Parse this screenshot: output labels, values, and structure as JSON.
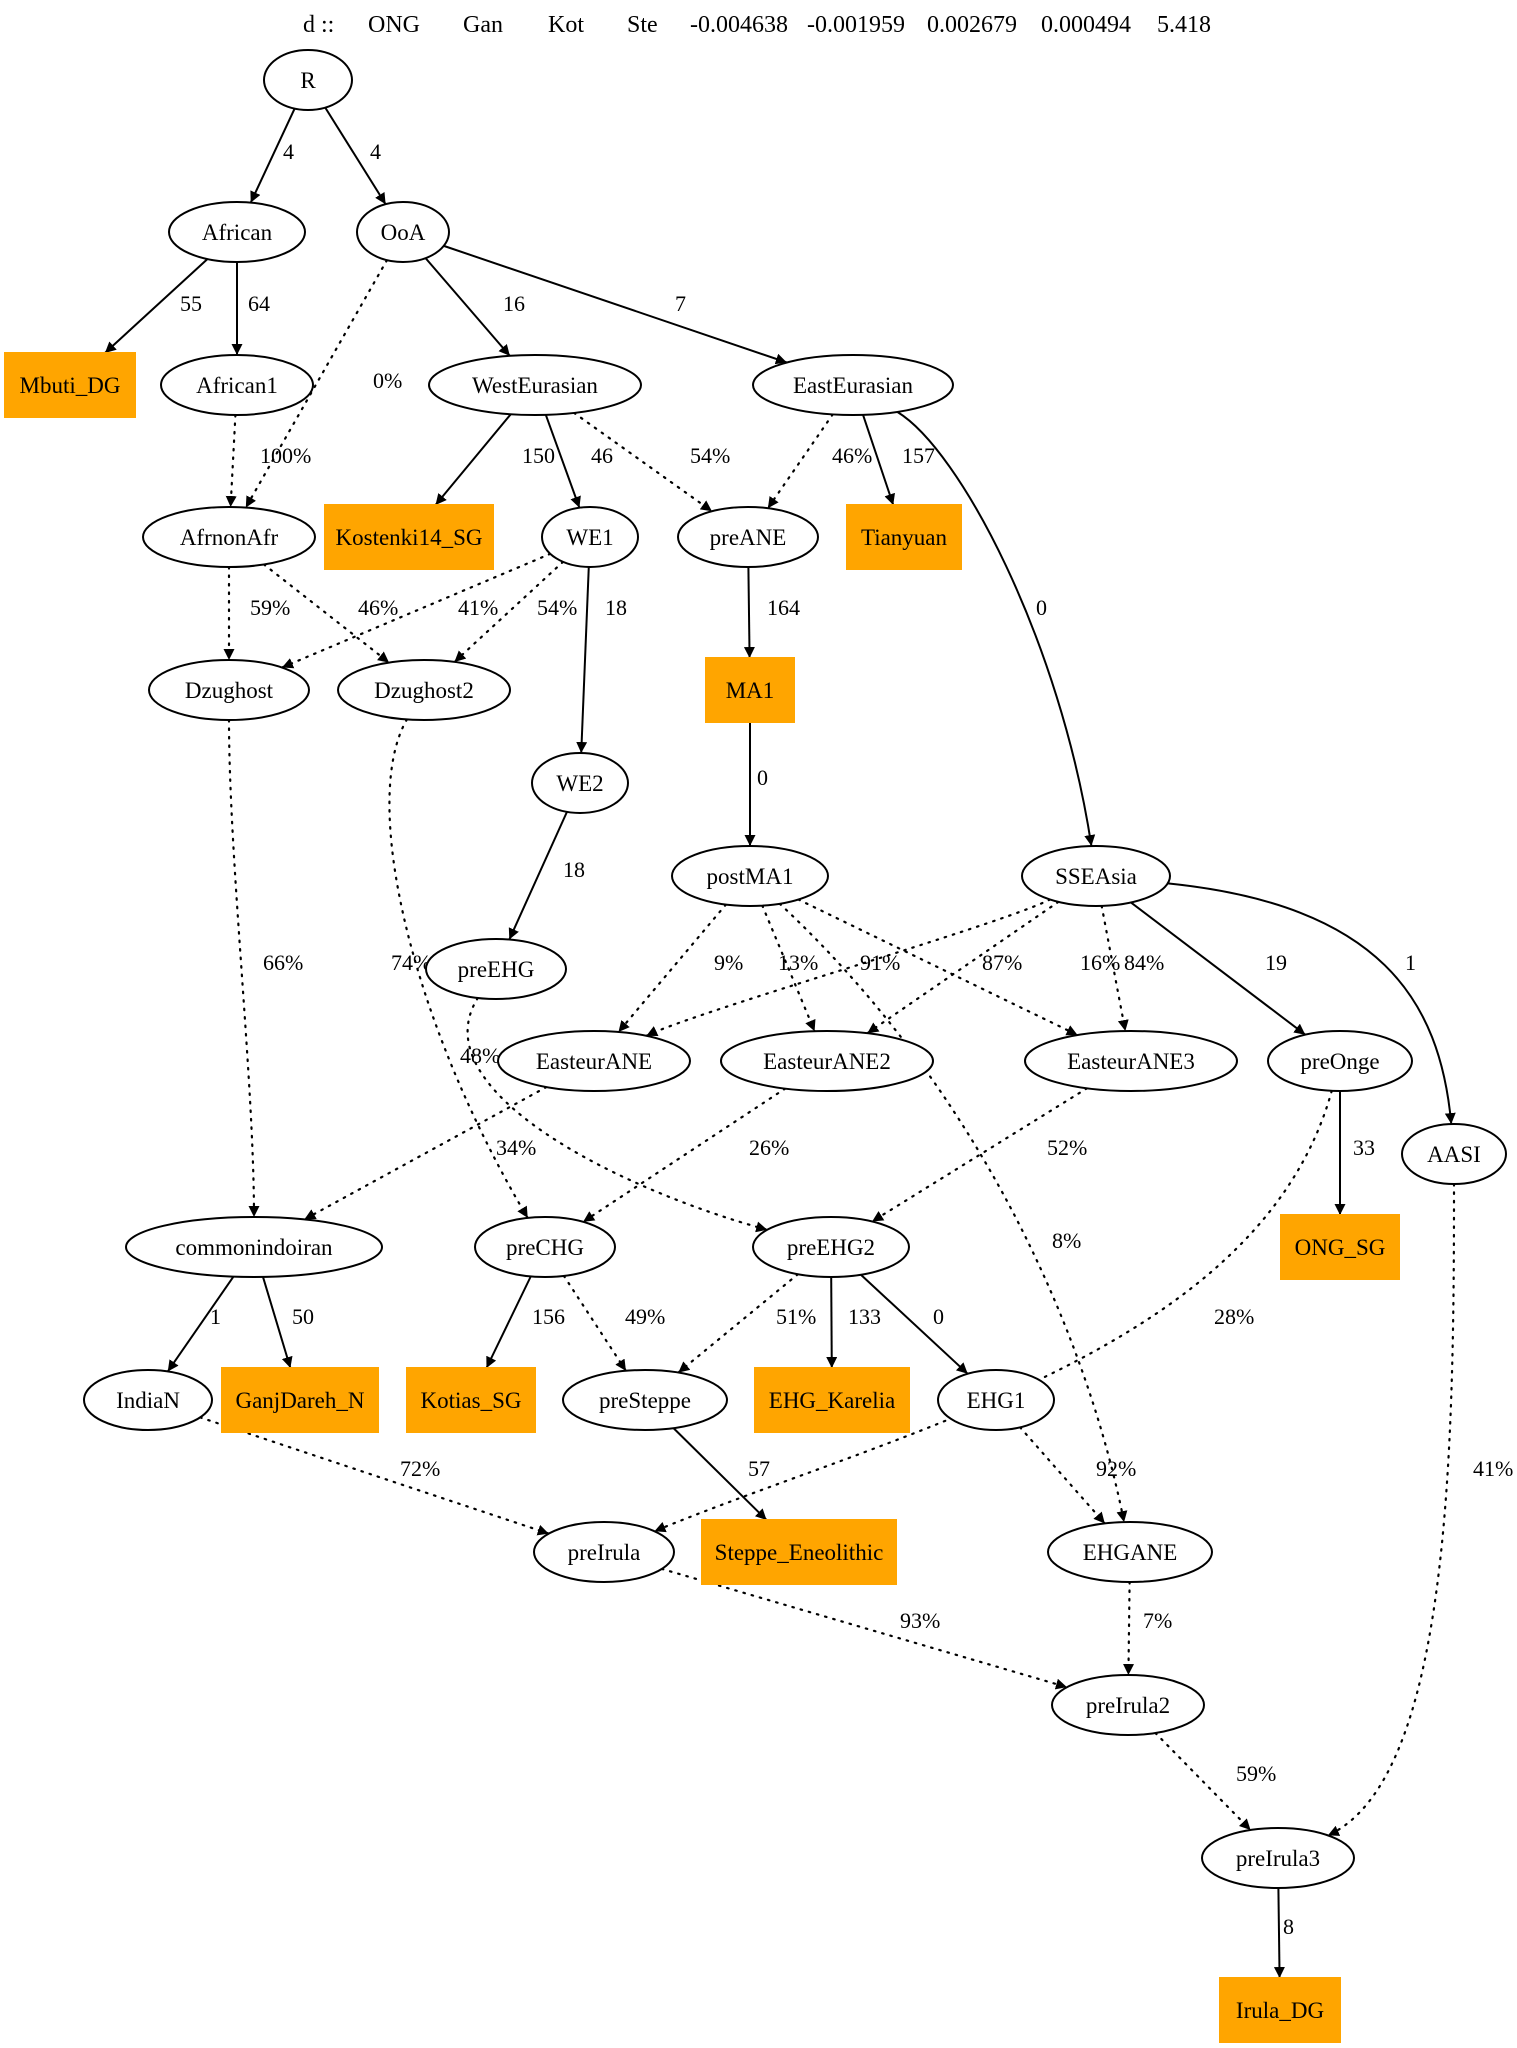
{
  "header": {
    "items": [
      "d ::",
      "ONG",
      "Gan",
      "Kot",
      "Ste",
      "-0.004638",
      "-0.001959",
      "0.002679",
      "0.000494",
      "5.418"
    ]
  },
  "colors": {
    "leaf_fill": "#ffa500",
    "node_stroke": "#000000",
    "background": "#ffffff"
  },
  "nodes": {
    "R": "R",
    "African": "African",
    "OoA": "OoA",
    "Mbuti_DG": "Mbuti_DG",
    "African1": "African1",
    "WestEurasian": "WestEurasian",
    "EastEurasian": "EastEurasian",
    "AfrnonAfr": "AfrnonAfr",
    "Kostenki14_SG": "Kostenki14_SG",
    "WE1": "WE1",
    "preANE": "preANE",
    "Tianyuan": "Tianyuan",
    "Dzughost": "Dzughost",
    "Dzughost2": "Dzughost2",
    "MA1": "MA1",
    "WE2": "WE2",
    "postMA1": "postMA1",
    "SSEAsia": "SSEAsia",
    "preEHG": "preEHG",
    "EasteurANE": "EasteurANE",
    "EasteurANE2": "EasteurANE2",
    "EasteurANE3": "EasteurANE3",
    "preOnge": "preOnge",
    "AASI": "AASI",
    "commonindoiran": "commonindoiran",
    "preCHG": "preCHG",
    "preEHG2": "preEHG2",
    "ONG_SG": "ONG_SG",
    "IndiaN": "IndiaN",
    "GanjDareh_N": "GanjDareh_N",
    "Kotias_SG": "Kotias_SG",
    "preSteppe": "preSteppe",
    "EHG_Karelia": "EHG_Karelia",
    "EHG1": "EHG1",
    "preIrula": "preIrula",
    "Steppe_Eneolithic": "Steppe_Eneolithic",
    "EHGANE": "EHGANE",
    "preIrula2": "preIrula2",
    "preIrula3": "preIrula3",
    "Irula_DG": "Irula_DG"
  },
  "edges": [
    {
      "from": "R",
      "to": "African",
      "label": "4",
      "style": "solid"
    },
    {
      "from": "R",
      "to": "OoA",
      "label": "4",
      "style": "solid"
    },
    {
      "from": "African",
      "to": "Mbuti_DG",
      "label": "55",
      "style": "solid"
    },
    {
      "from": "African",
      "to": "African1",
      "label": "64",
      "style": "solid"
    },
    {
      "from": "OoA",
      "to": "AfrnonAfr",
      "label": "0%",
      "style": "dotted"
    },
    {
      "from": "OoA",
      "to": "WestEurasian",
      "label": "16",
      "style": "solid"
    },
    {
      "from": "OoA",
      "to": "EastEurasian",
      "label": "7",
      "style": "solid"
    },
    {
      "from": "African1",
      "to": "AfrnonAfr",
      "label": "100%",
      "style": "dotted"
    },
    {
      "from": "WestEurasian",
      "to": "Kostenki14_SG",
      "label": "150",
      "style": "solid"
    },
    {
      "from": "WestEurasian",
      "to": "WE1",
      "label": "46",
      "style": "solid"
    },
    {
      "from": "WestEurasian",
      "to": "preANE",
      "label": "54%",
      "style": "dotted"
    },
    {
      "from": "EastEurasian",
      "to": "preANE",
      "label": "46%",
      "style": "dotted"
    },
    {
      "from": "EastEurasian",
      "to": "Tianyuan",
      "label": "157",
      "style": "solid"
    },
    {
      "from": "EastEurasian",
      "to": "SSEAsia",
      "label": "0",
      "style": "solid"
    },
    {
      "from": "AfrnonAfr",
      "to": "Dzughost",
      "label": "59%",
      "style": "dotted"
    },
    {
      "from": "AfrnonAfr",
      "to": "Dzughost2",
      "label": "46%",
      "style": "dotted"
    },
    {
      "from": "WE1",
      "to": "Dzughost",
      "label": "41%",
      "style": "dotted"
    },
    {
      "from": "WE1",
      "to": "Dzughost2",
      "label": "54%",
      "style": "dotted"
    },
    {
      "from": "WE1",
      "to": "WE2",
      "label": "18",
      "style": "solid"
    },
    {
      "from": "preANE",
      "to": "MA1",
      "label": "164",
      "style": "solid"
    },
    {
      "from": "MA1",
      "to": "postMA1",
      "label": "0",
      "style": "solid"
    },
    {
      "from": "WE2",
      "to": "preEHG",
      "label": "18",
      "style": "solid"
    },
    {
      "from": "Dzughost",
      "to": "commonindoiran",
      "label": "66%",
      "style": "dotted"
    },
    {
      "from": "Dzughost2",
      "to": "preCHG",
      "label": "74%",
      "style": "dotted"
    },
    {
      "from": "postMA1",
      "to": "EasteurANE",
      "label": "9%",
      "style": "dotted"
    },
    {
      "from": "postMA1",
      "to": "EasteurANE2",
      "label": "13%",
      "style": "dotted"
    },
    {
      "from": "postMA1",
      "to": "EasteurANE3",
      "label": "16%",
      "style": "dotted"
    },
    {
      "from": "postMA1",
      "to": "EHGANE",
      "label": "8%",
      "style": "dotted"
    },
    {
      "from": "SSEAsia",
      "to": "EasteurANE",
      "label": "91%",
      "style": "dotted"
    },
    {
      "from": "SSEAsia",
      "to": "EasteurANE2",
      "label": "87%",
      "style": "dotted"
    },
    {
      "from": "SSEAsia",
      "to": "EasteurANE3",
      "label": "84%",
      "style": "dotted"
    },
    {
      "from": "SSEAsia",
      "to": "preOnge",
      "label": "19",
      "style": "solid"
    },
    {
      "from": "SSEAsia",
      "to": "AASI",
      "label": "1",
      "style": "solid"
    },
    {
      "from": "preEHG",
      "to": "preEHG2",
      "label": "48%",
      "style": "dotted"
    },
    {
      "from": "EasteurANE",
      "to": "commonindoiran",
      "label": "34%",
      "style": "dotted"
    },
    {
      "from": "EasteurANE2",
      "to": "preCHG",
      "label": "26%",
      "style": "dotted"
    },
    {
      "from": "EasteurANE3",
      "to": "preEHG2",
      "label": "52%",
      "style": "dotted"
    },
    {
      "from": "preOnge",
      "to": "ONG_SG",
      "label": "33",
      "style": "solid"
    },
    {
      "from": "preOnge",
      "to": "preIrula",
      "label": "28%",
      "style": "dotted"
    },
    {
      "from": "commonindoiran",
      "to": "IndiaN",
      "label": "1",
      "style": "solid"
    },
    {
      "from": "commonindoiran",
      "to": "GanjDareh_N",
      "label": "50",
      "style": "solid"
    },
    {
      "from": "preCHG",
      "to": "Kotias_SG",
      "label": "156",
      "style": "solid"
    },
    {
      "from": "preCHG",
      "to": "preSteppe",
      "label": "49%",
      "style": "dotted"
    },
    {
      "from": "preEHG2",
      "to": "preSteppe",
      "label": "51%",
      "style": "dotted"
    },
    {
      "from": "preEHG2",
      "to": "EHG_Karelia",
      "label": "133",
      "style": "solid"
    },
    {
      "from": "preEHG2",
      "to": "EHG1",
      "label": "0",
      "style": "solid"
    },
    {
      "from": "IndiaN",
      "to": "preIrula",
      "label": "72%",
      "style": "dotted"
    },
    {
      "from": "preSteppe",
      "to": "Steppe_Eneolithic",
      "label": "57",
      "style": "solid"
    },
    {
      "from": "EHG1",
      "to": "EHGANE",
      "label": "92%",
      "style": "dotted"
    },
    {
      "from": "preIrula",
      "to": "preIrula2",
      "label": "93%",
      "style": "dotted"
    },
    {
      "from": "EHGANE",
      "to": "preIrula2",
      "label": "7%",
      "style": "dotted"
    },
    {
      "from": "preIrula2",
      "to": "preIrula3",
      "label": "59%",
      "style": "dotted"
    },
    {
      "from": "AASI",
      "to": "preIrula3",
      "label": "41%",
      "style": "dotted"
    },
    {
      "from": "preIrula3",
      "to": "Irula_DG",
      "label": "8",
      "style": "solid"
    }
  ]
}
